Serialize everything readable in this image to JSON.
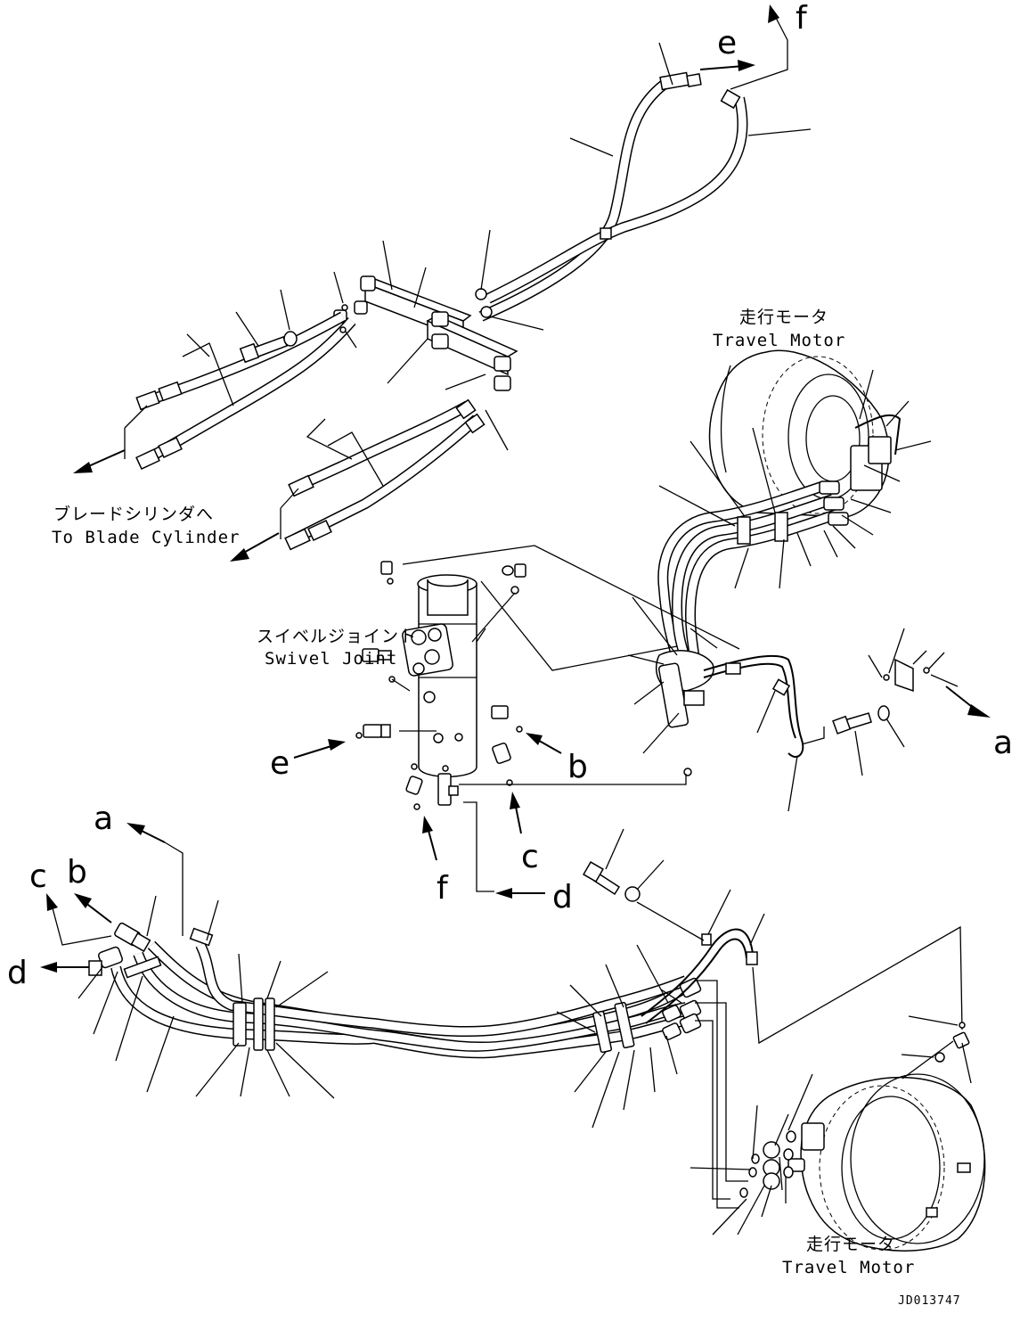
{
  "labels": {
    "travel_motor_top_jp": "走行モータ",
    "travel_motor_top_en": "Travel Motor",
    "blade_cylinder_jp": "ブレードシリンダへ",
    "blade_cylinder_en": "To Blade Cylinder",
    "swivel_joint_jp": "スイベルジョイント",
    "swivel_joint_en": "Swivel Joint",
    "travel_motor_bottom_jp": "走行モータ",
    "travel_motor_bottom_en": "Travel Motor",
    "drawing_code": "JD013747"
  },
  "callouts": {
    "e_top": "e",
    "f_top": "f",
    "a_right": "a",
    "b_mid": "b",
    "c_mid": "c",
    "d_mid": "d",
    "e_left": "e",
    "f_mid": "f",
    "a_left": "a",
    "b_left": "b",
    "c_left": "c",
    "d_left": "d"
  }
}
